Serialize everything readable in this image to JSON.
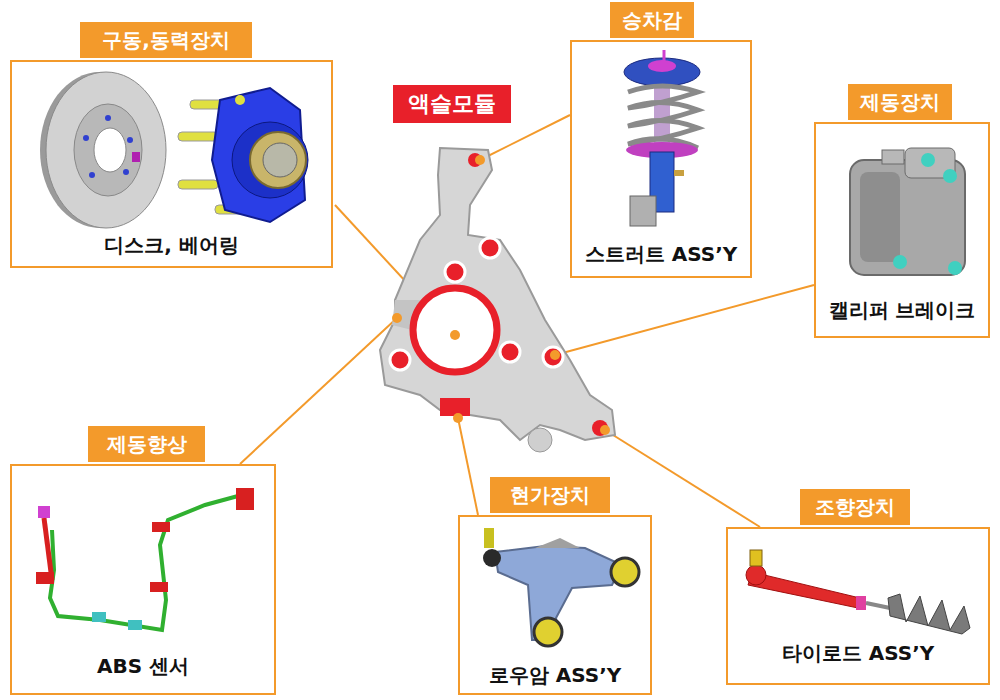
{
  "diagram": {
    "nodes": [
      {
        "text": [
          "구동,동력장치",
          "디스크, 베어링"
        ]
      },
      {
        "text": [
          "액슬모듈"
        ]
      },
      {
        "text": [
          "승차감",
          "스트러트 ASS’Y"
        ]
      },
      {
        "text": [
          "제동장치",
          "캘리퍼 브레이크"
        ]
      },
      {
        "text": [
          "제동향상",
          "ABS 센서"
        ]
      },
      {
        "text": [
          "현가장치",
          "로우암 ASS’Y"
        ]
      },
      {
        "text": [
          "조향장치",
          "타이로드 ASS’Y"
        ]
      }
    ]
  }
}
